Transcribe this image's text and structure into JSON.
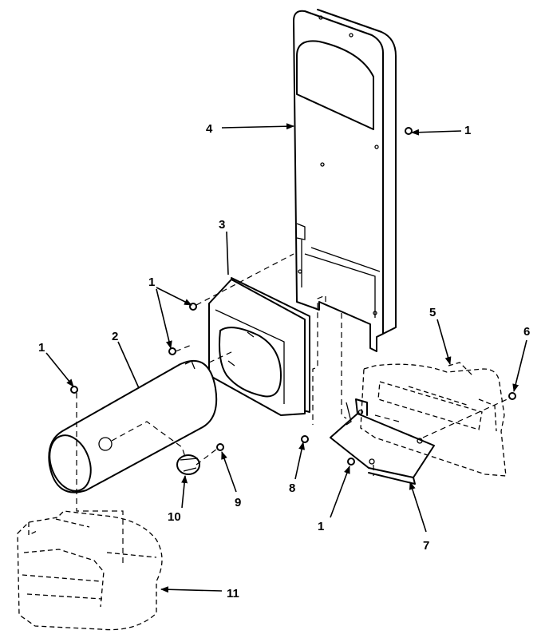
{
  "callouts": {
    "c1_top_right": "1",
    "c1_upper_left": "1",
    "c1_far_left": "1",
    "c1_bottom_mid": "1",
    "c2": "2",
    "c3": "3",
    "c4": "4",
    "c5": "5",
    "c6": "6",
    "c7": "7",
    "c8": "8",
    "c9": "9",
    "c10": "10",
    "c11": "11"
  }
}
